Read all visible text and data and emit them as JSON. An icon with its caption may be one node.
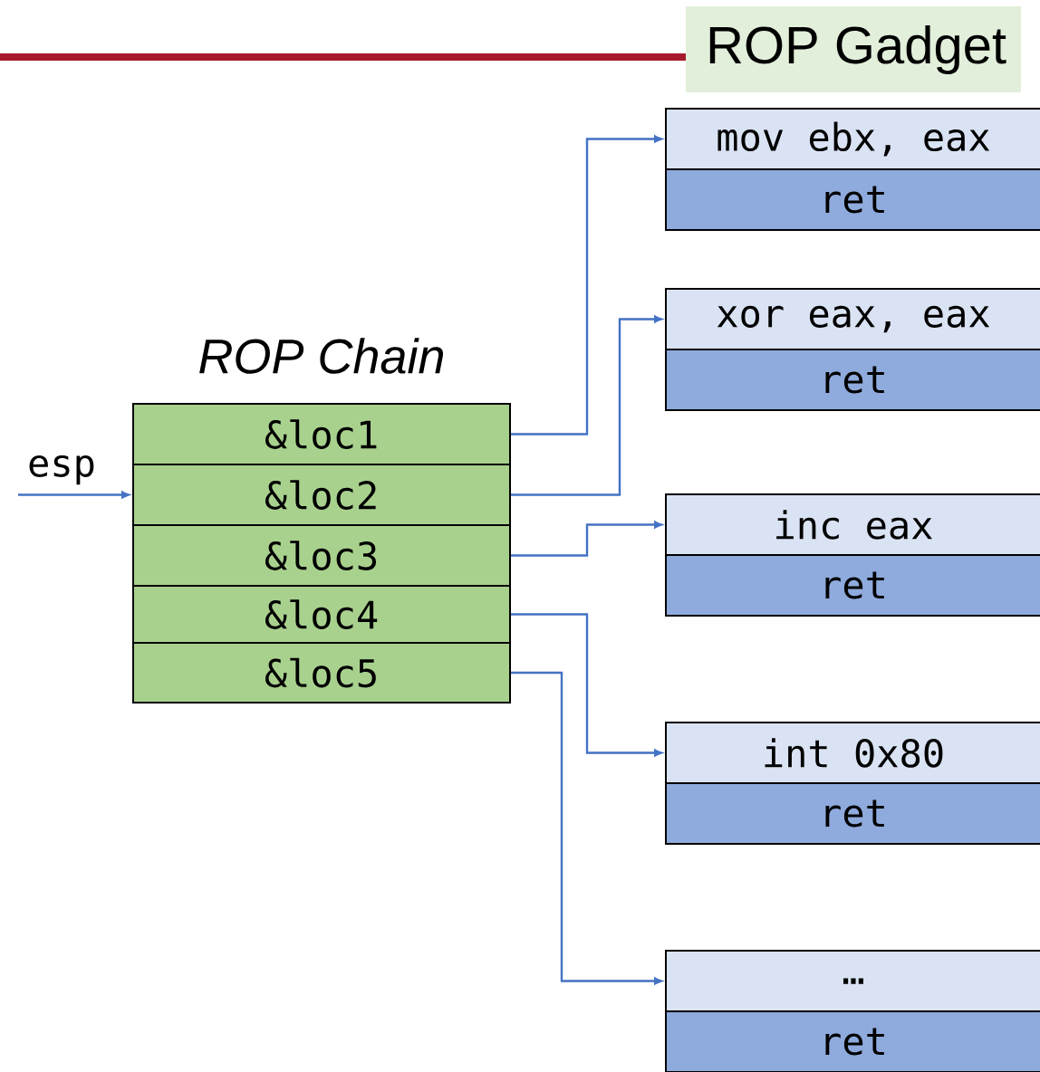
{
  "diagram": {
    "title": "ROP Gadget",
    "nodes": [
      {
        "text": [
          "ROP Chain"
        ]
      },
      {
        "text": [
          "&loc1"
        ],
        "in": 0
      },
      {
        "text": [
          "&loc2"
        ],
        "in": 0
      },
      {
        "text": [
          "&loc3"
        ],
        "in": 0
      },
      {
        "text": [
          "&loc4"
        ],
        "in": 0
      },
      {
        "text": [
          "&loc5"
        ],
        "in": 0
      },
      {
        "text": [
          "mov ebx, eax",
          "ret"
        ]
      },
      {
        "text": [
          "xor eax, eax",
          "ret"
        ]
      },
      {
        "text": [
          "inc eax",
          "ret"
        ]
      },
      {
        "text": [
          "int 0x80",
          "ret"
        ]
      },
      {
        "text": [
          "…",
          "ret"
        ]
      }
    ],
    "edges": [
      {
        "from": 1,
        "to": 6,
        "arrow": "to"
      },
      {
        "from": 2,
        "to": 7,
        "arrow": "to"
      },
      {
        "from": 3,
        "to": 8,
        "arrow": "to"
      },
      {
        "from": 4,
        "to": 9,
        "arrow": "to"
      },
      {
        "from": 5,
        "to": 10,
        "arrow": "to"
      },
      {
        "from": null,
        "to": 2,
        "arrow": "to",
        "label": "esp"
      }
    ]
  }
}
